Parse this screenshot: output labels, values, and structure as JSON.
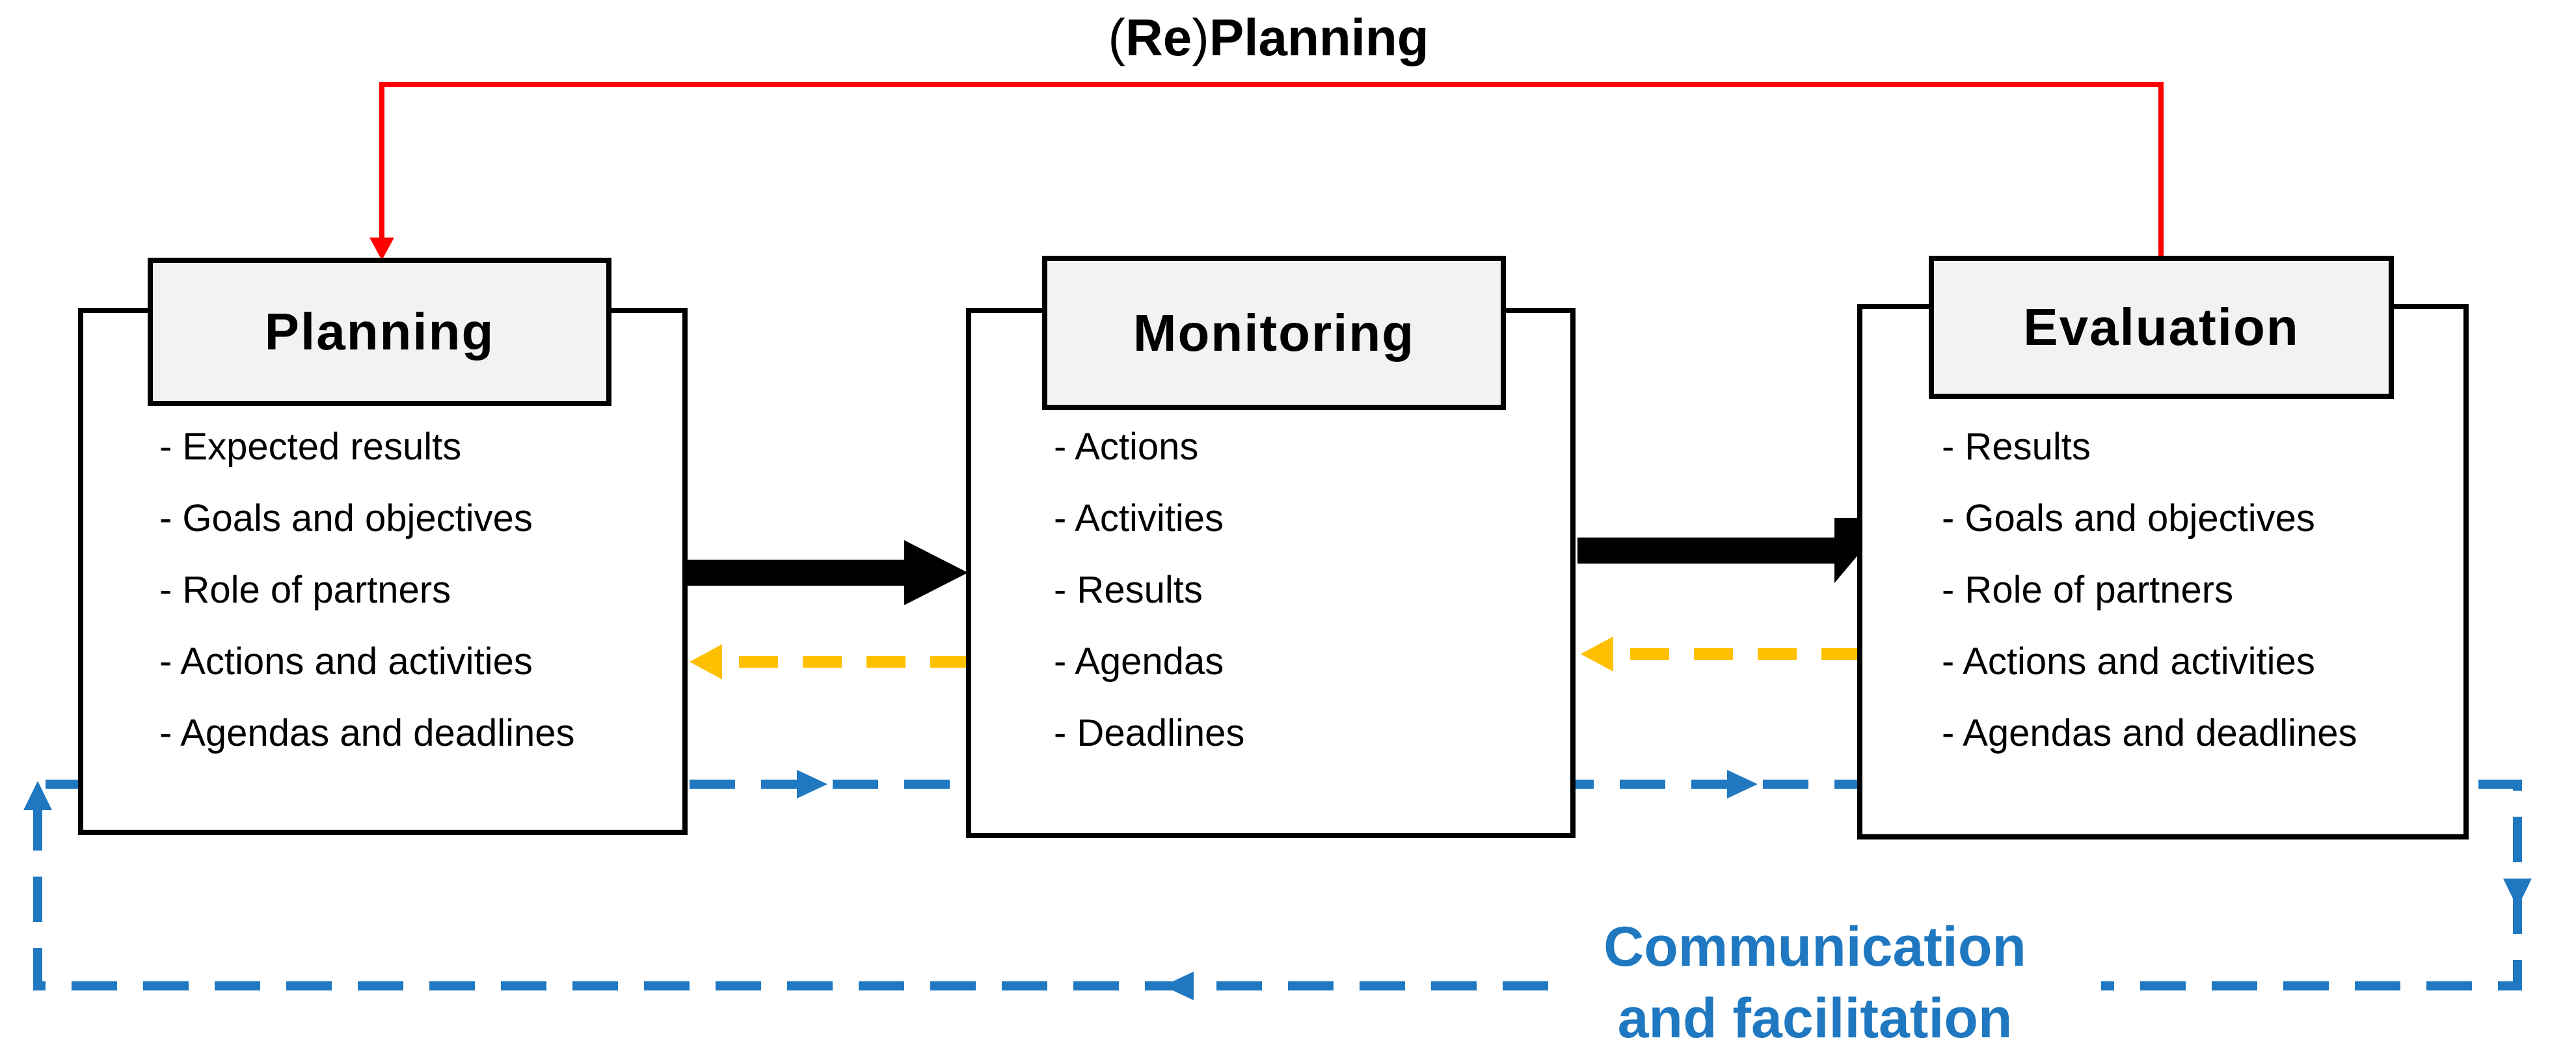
{
  "replanning": {
    "paren": "(",
    "re": "Re",
    "close": ")",
    "rest": "Planning"
  },
  "boxes": [
    {
      "title": "Planning",
      "items": [
        "- Expected results",
        "- Goals and objectives",
        "- Role of partners",
        "- Actions and activities",
        "- Agendas and deadlines"
      ]
    },
    {
      "title": "Monitoring",
      "items": [
        "- Actions",
        "- Activities",
        "- Results",
        "- Agendas",
        "- Deadlines"
      ]
    },
    {
      "title": "Evaluation",
      "items": [
        "- Results",
        "- Goals and objectives",
        "- Role of partners",
        "- Actions and activities",
        "- Agendas and deadlines"
      ]
    }
  ],
  "communication": {
    "line1": "Communication",
    "line2": "and facilitation"
  },
  "colors": {
    "replan_line": "#ff0000",
    "feedback_arrow": "#ffc000",
    "communication": "#1f78c0",
    "flow_arrow": "#000000"
  }
}
